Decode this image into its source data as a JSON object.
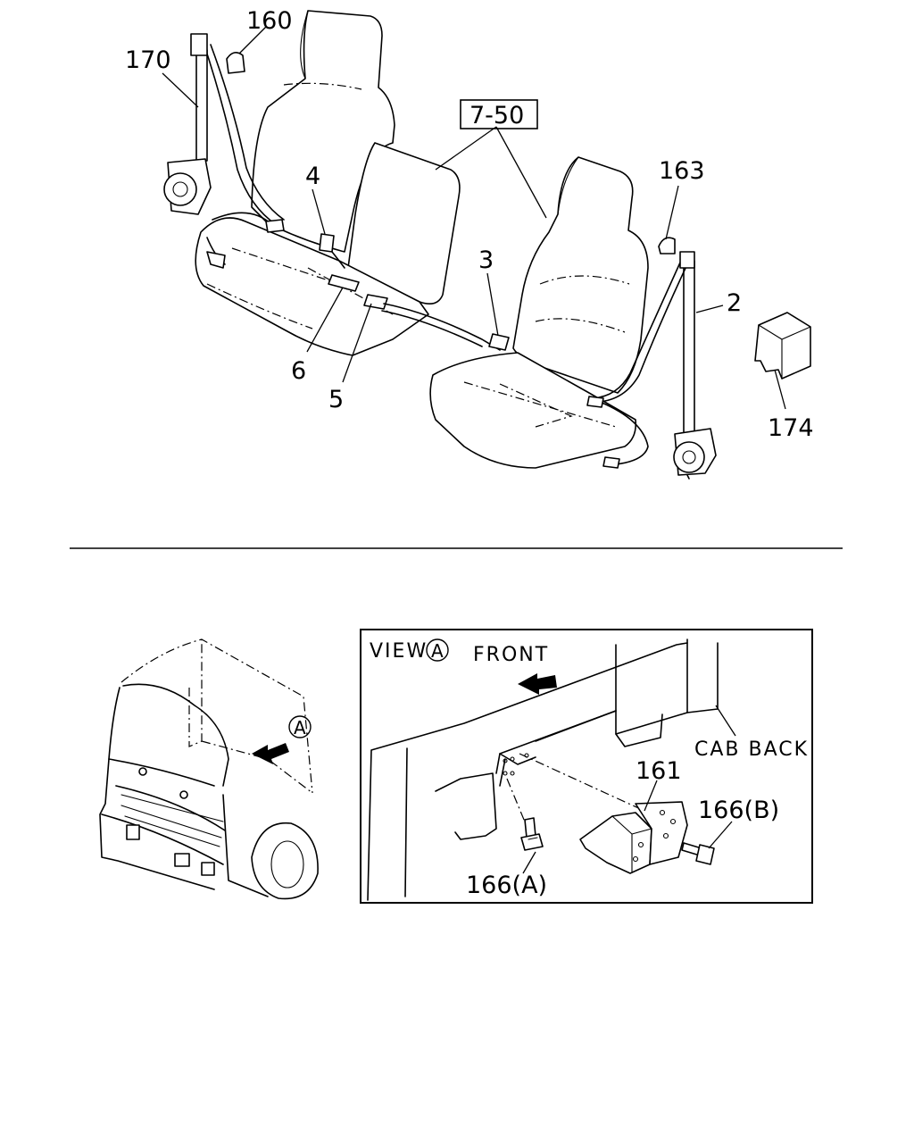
{
  "diagram": {
    "callouts": {
      "p160": "160",
      "p170": "170",
      "p7_50": "7-50",
      "p4": "4",
      "p3": "3",
      "p163": "163",
      "p2": "2",
      "p174": "174",
      "p6": "6",
      "p5": "5",
      "p161": "161",
      "p166a": "166(A)",
      "p166b": "166(B)"
    },
    "view_label": "VIEW",
    "view_marker": "A",
    "truck_marker": "A",
    "front_label": "FRONT",
    "cab_back_label": "CAB BACK"
  }
}
